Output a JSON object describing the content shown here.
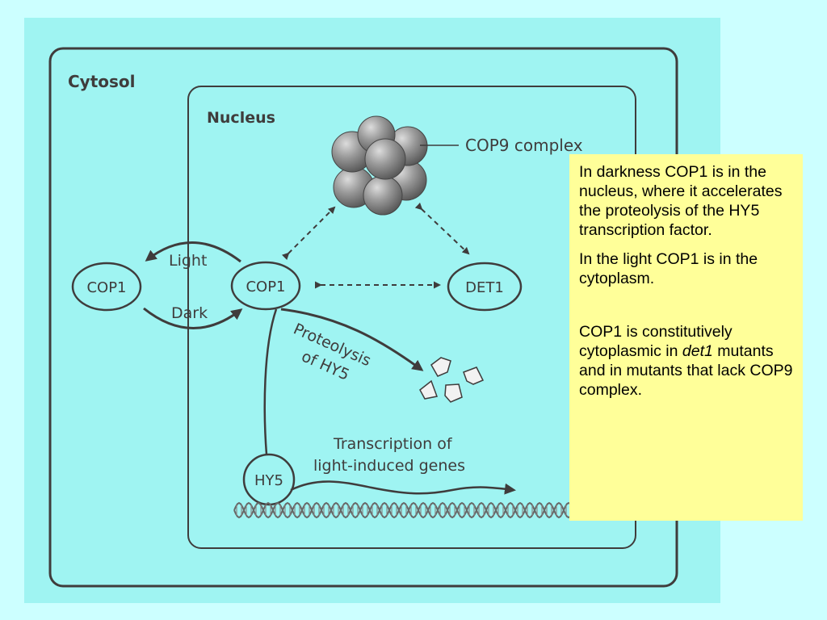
{
  "diagram": {
    "cytosol_label": "Cytosol",
    "nucleus_label": "Nucleus",
    "cop9_label": "COP9 complex",
    "cop1_cytosol_label": "COP1",
    "cop1_nucleus_label": "COP1",
    "det1_label": "DET1",
    "hy5_label": "HY5",
    "light_label": "Light",
    "dark_label": "Dark",
    "proteolysis_line1": "Proteolysis",
    "proteolysis_line2": "of HY5",
    "transcription_line1": "Transcription of",
    "transcription_line2": "light-induced genes"
  },
  "note": {
    "p1": "In darkness COP1 is in the nucleus, where it accelerates  the proteolysis of the HY5 transcription factor.",
    "p2": "In the light COP1 is in the cytoplasm.",
    "p3_before": "COP1 is constitutively cytoplasmic in ",
    "p3_italic": "det1",
    "p3_after": " mutants and in mutants that lack COP9 complex."
  },
  "colors": {
    "background": "#ccffff",
    "panel": "#9ff4f2",
    "line": "#3f3c3c",
    "note_background": "#ffff99"
  }
}
